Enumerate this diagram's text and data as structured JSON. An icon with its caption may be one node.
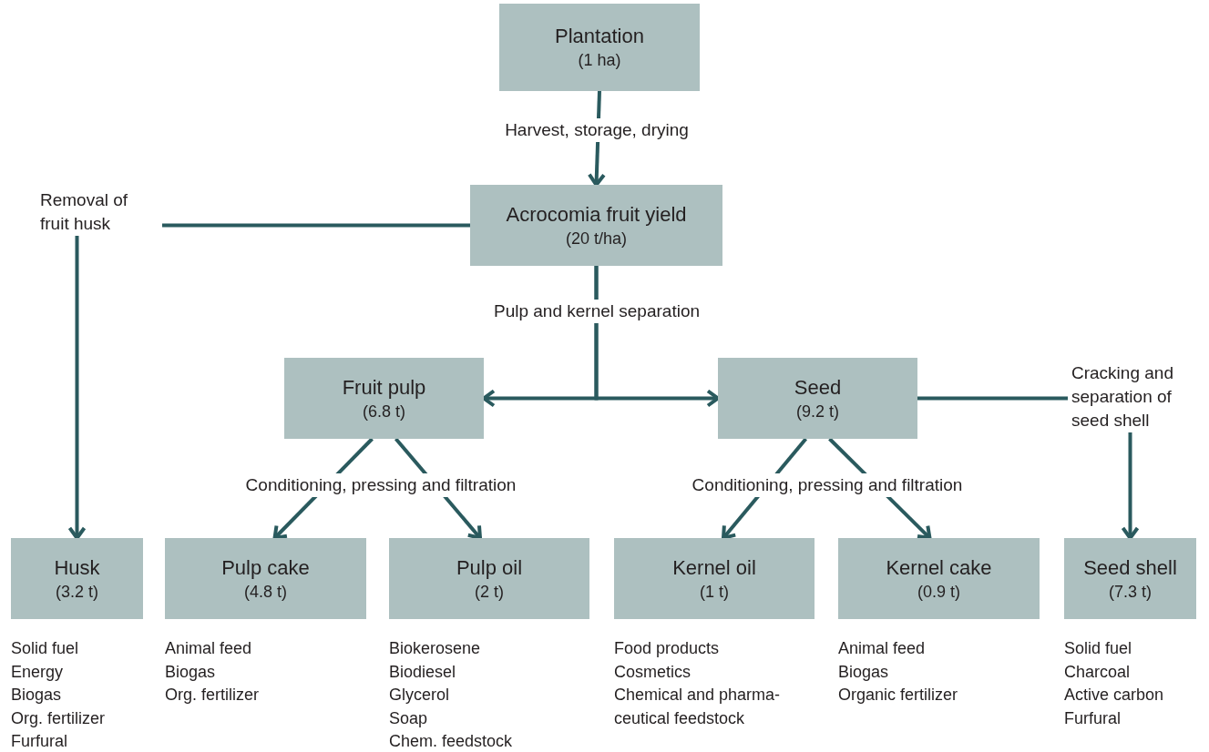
{
  "diagram": {
    "nodes": [
      {
        "text": [
          "Plantation",
          "(1 ha)"
        ]
      },
      {
        "text": [
          "Acrocomia fruit yield",
          "(20 t/ha)"
        ]
      },
      {
        "text": [
          "Fruit pulp",
          "(6.8 t)"
        ]
      },
      {
        "text": [
          "Seed",
          "(9.2 t)"
        ]
      },
      {
        "text": [
          "Husk",
          "(3.2 t)"
        ],
        "beside": [
          "Solid fuel",
          "Energy",
          "Biogas",
          "Org. fertilizer",
          "Furfural"
        ]
      },
      {
        "text": [
          "Pulp cake",
          "(4.8 t)"
        ],
        "beside": [
          "Animal feed",
          "Biogas",
          "Org. fertilizer"
        ]
      },
      {
        "text": [
          "Pulp oil",
          "(2 t)"
        ],
        "beside": [
          "Biokerosene",
          "Biodiesel",
          "Glycerol",
          "Soap",
          "Chem. feedstock"
        ]
      },
      {
        "text": [
          "Kernel oil",
          "(1 t)"
        ],
        "beside": [
          "Food products",
          "Cosmetics",
          "Chemical and pharma-ceutical feedstock"
        ]
      },
      {
        "text": [
          "Kernel cake",
          "(0.9 t)"
        ],
        "beside": [
          "Animal feed",
          "Biogas",
          "Organic fertilizer"
        ]
      },
      {
        "text": [
          "Seed shell",
          "(7.3 t)"
        ],
        "beside": [
          "Solid fuel",
          "Charcoal",
          "Active carbon",
          "Furfural"
        ]
      }
    ],
    "edges": [
      {
        "from": 0,
        "to": 1,
        "arrow": "to",
        "label": "Harvest, storage, drying"
      },
      {
        "from": 1,
        "to": 4,
        "arrow": "to",
        "label": "Removal of fruit husk"
      },
      {
        "from": 1,
        "to": 2,
        "arrow": "to",
        "label": "Pulp and kernel separation"
      },
      {
        "from": 1,
        "to": 3,
        "arrow": "to"
      },
      {
        "from": 2,
        "to": 5,
        "arrow": "to",
        "label": "Conditioning, pressing and filtration"
      },
      {
        "from": 2,
        "to": 6,
        "arrow": "to"
      },
      {
        "from": 3,
        "to": 7,
        "arrow": "to",
        "label": "Conditioning, pressing and filtration"
      },
      {
        "from": 3,
        "to": 8,
        "arrow": "to"
      },
      {
        "from": 3,
        "to": 9,
        "arrow": "to",
        "label": "Cracking and separation of seed shell"
      }
    ]
  }
}
